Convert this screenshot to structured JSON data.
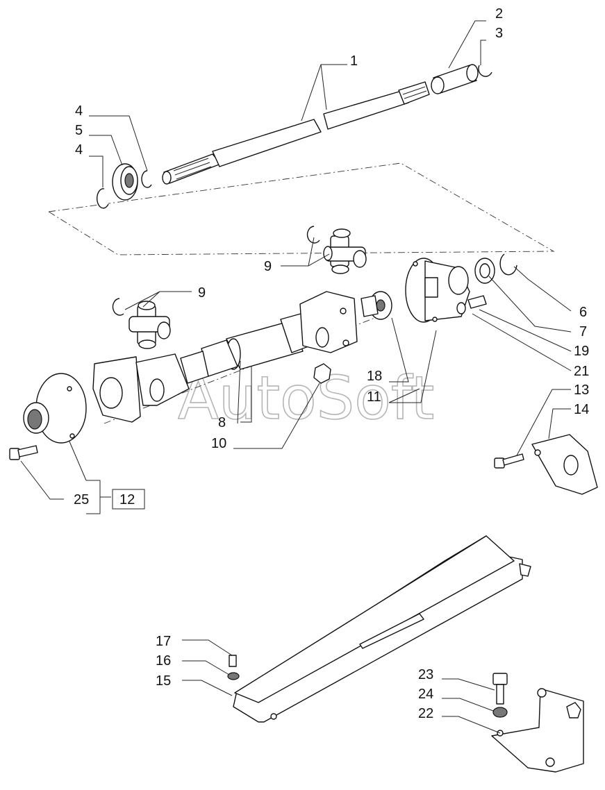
{
  "watermark": "AutoSoft",
  "labels": [
    {
      "id": "l1",
      "text": "1"
    },
    {
      "id": "l2",
      "text": "2"
    },
    {
      "id": "l3",
      "text": "3"
    },
    {
      "id": "l4a",
      "text": "4"
    },
    {
      "id": "l5",
      "text": "5"
    },
    {
      "id": "l4b",
      "text": "4"
    },
    {
      "id": "l9a",
      "text": "9"
    },
    {
      "id": "l9b",
      "text": "9"
    },
    {
      "id": "l6",
      "text": "6"
    },
    {
      "id": "l7",
      "text": "7"
    },
    {
      "id": "l19",
      "text": "19"
    },
    {
      "id": "l21",
      "text": "21"
    },
    {
      "id": "l18",
      "text": "18"
    },
    {
      "id": "l11",
      "text": "11"
    },
    {
      "id": "l13",
      "text": "13"
    },
    {
      "id": "l14",
      "text": "14"
    },
    {
      "id": "l8",
      "text": "8"
    },
    {
      "id": "l10",
      "text": "10"
    },
    {
      "id": "l25",
      "text": "25"
    },
    {
      "id": "l12",
      "text": "12"
    },
    {
      "id": "l17",
      "text": "17"
    },
    {
      "id": "l16",
      "text": "16"
    },
    {
      "id": "l15",
      "text": "15"
    },
    {
      "id": "l23",
      "text": "23"
    },
    {
      "id": "l24",
      "text": "24"
    },
    {
      "id": "l22",
      "text": "22"
    }
  ]
}
